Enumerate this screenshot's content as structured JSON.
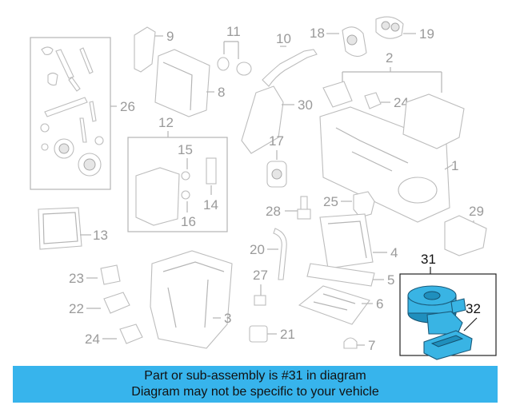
{
  "labels": {
    "l1": "1",
    "l2": "2",
    "l3": "3",
    "l4": "4",
    "l5": "5",
    "l6": "6",
    "l7": "7",
    "l8": "8",
    "l9": "9",
    "l10": "10",
    "l11": "11",
    "l12": "12",
    "l13": "13",
    "l14": "14",
    "l15": "15",
    "l16": "16",
    "l17": "17",
    "l18": "18",
    "l19": "19",
    "l20": "20",
    "l21": "21",
    "l22": "22",
    "l23": "23",
    "l24a": "24",
    "l24b": "24",
    "l25": "25",
    "l26": "26",
    "l27": "27",
    "l28": "28",
    "l29": "29",
    "l30": "30",
    "l31": "31",
    "l32": "32"
  },
  "banner": {
    "line1": "Part or sub-assembly is #31 in diagram",
    "line2": "Diagram may not be specific to your vehicle"
  },
  "colors": {
    "highlight": "#39b4e4",
    "banner": "#37b4ec"
  }
}
